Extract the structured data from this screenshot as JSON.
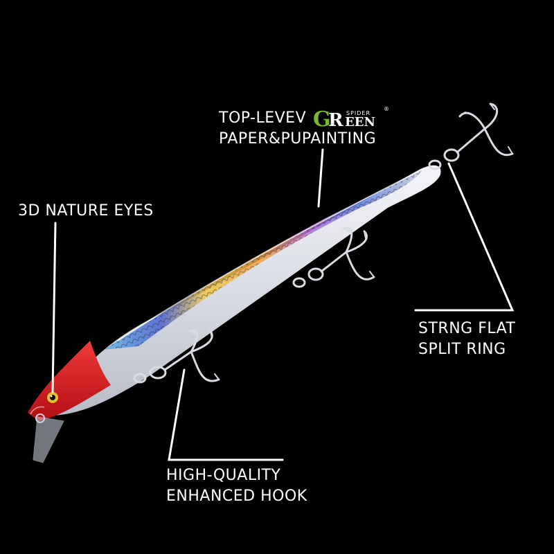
{
  "labels": {
    "eyes": "3D NATURE EYES",
    "paint_line1": "TOP-LEVEV",
    "paint_line2": "PAPER&PUPAINTING",
    "ring_line1": "STRNG FLAT",
    "ring_line2": "SPLIT RING",
    "hook_line1": "HIGH-QUALITY",
    "hook_line2": "ENHANCED HOOK"
  },
  "brand": {
    "logo_letters": "GREEN",
    "logo_small": "SPIDER",
    "registered": "®",
    "colors": {
      "green": "#7ab82e",
      "white": "#ffffff"
    }
  },
  "colors": {
    "background": "#000000",
    "head": "#d8141c",
    "body": "#e6e8ee",
    "leader_line": "#ffffff"
  }
}
